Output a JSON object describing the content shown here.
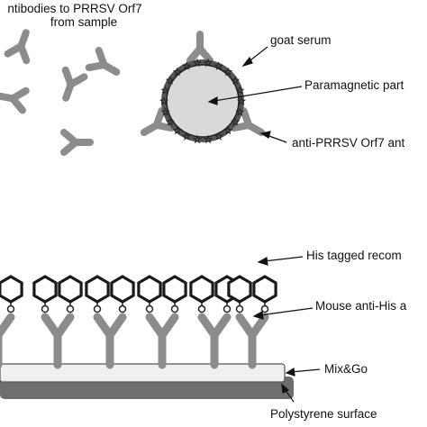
{
  "labels": {
    "sample_antibodies_line1": "ntibodies to PRRSV Orf7",
    "sample_antibodies_line2": "from sample",
    "goat_serum": "goat serum",
    "paramagnetic": "Paramagnetic part",
    "anti_orf7": "anti-PRRSV Orf7 ant",
    "his_tagged": "His tagged recom",
    "mouse_anti_his": "Mouse anti-His a",
    "mix_and_go": "Mix&Go",
    "polystyrene": "Polystyrene surface"
  },
  "colors": {
    "antibody": "#8c8c8c",
    "bead": "#d9d9d9",
    "plate_top": "#e8e8e8",
    "plate_base": "#6e6e6e",
    "outline": "#1a1a1a"
  }
}
